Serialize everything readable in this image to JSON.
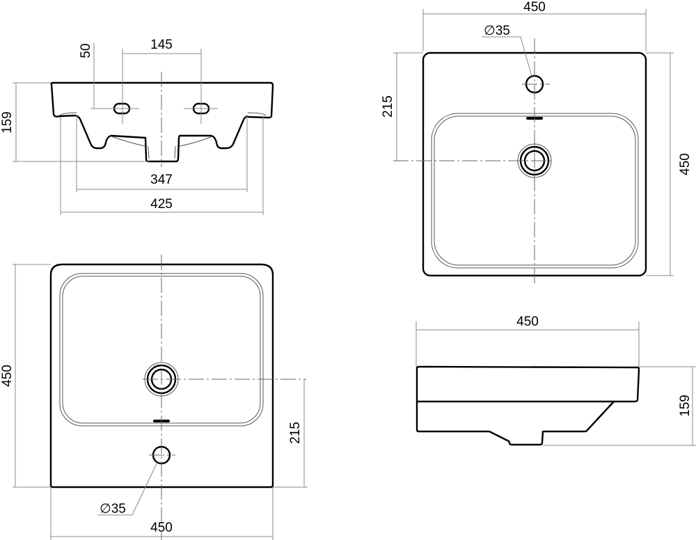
{
  "front_view": {
    "dim_hole_spacing": "145",
    "dim_hole_offset": "50",
    "dim_height": "159",
    "dim_inner_width": "347",
    "dim_outer_width": "425"
  },
  "top_view": {
    "dim_width": "450",
    "dim_hole_diameter": "∅35",
    "dim_drain_offset": "215",
    "dim_depth": "450"
  },
  "plan_view": {
    "dim_depth": "450",
    "dim_drain_offset": "215",
    "dim_hole_diameter": "∅35",
    "dim_width": "450"
  },
  "side_view": {
    "dim_depth": "450",
    "dim_height": "159"
  }
}
